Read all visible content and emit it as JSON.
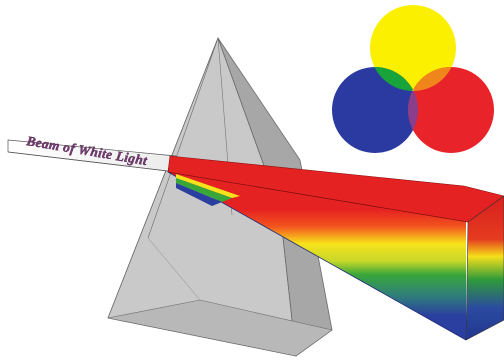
{
  "beam_label": "Beam of White Light",
  "colors": {
    "white_beam_fill": "#f3f3f3",
    "prism_face_front": "#c8c8c8",
    "prism_face_left": "#dcdcdc",
    "prism_face_right": "#a9a9a9",
    "prism_base": "#b5b5b5",
    "spectrum": [
      "#e52222",
      "#f7e31b",
      "#39a639",
      "#2a3fa0"
    ],
    "venn_yellow": "#fbf000",
    "venn_red": "#e8232a",
    "venn_blue": "#2b3aa0",
    "venn_green": "#18a33b",
    "venn_orange": "#f0861b",
    "venn_purple": "#8a3e8b",
    "venn_white": "#ffffff",
    "label_text": "#7a3a78"
  },
  "venn_circles": [
    {
      "name": "yellow"
    },
    {
      "name": "blue"
    },
    {
      "name": "red"
    }
  ]
}
